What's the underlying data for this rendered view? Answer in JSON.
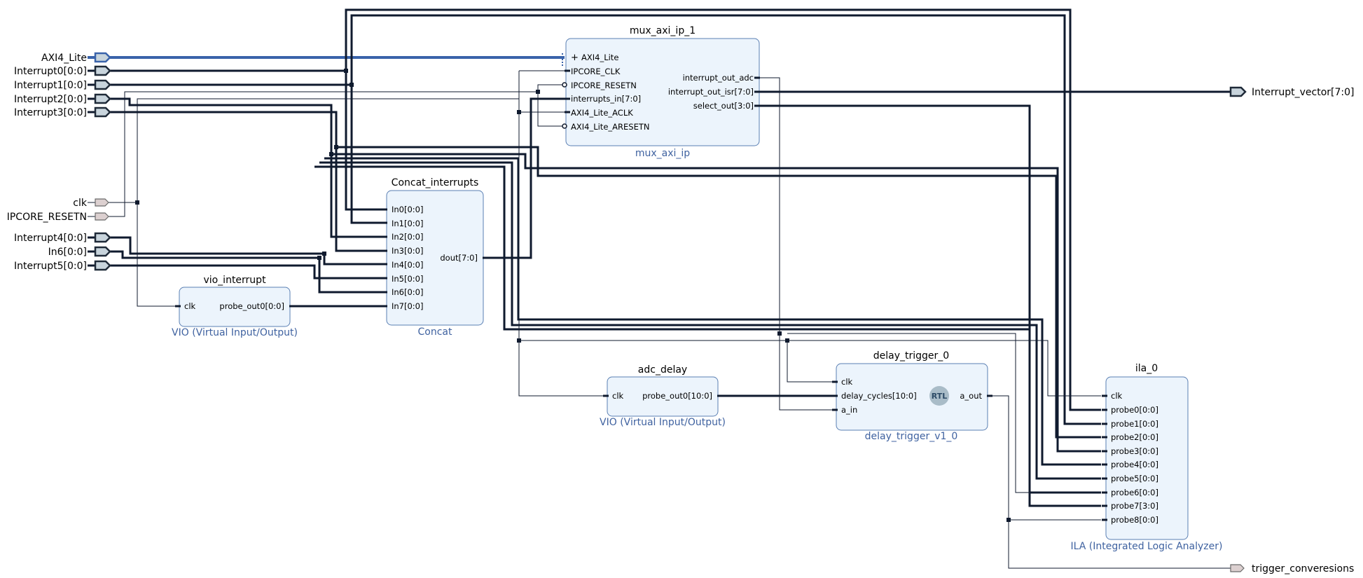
{
  "inputs": {
    "axi4_lite": "AXI4_Lite",
    "interrupt0": "Interrupt0[0:0]",
    "interrupt1": "Interrupt1[0:0]",
    "interrupt2": "Interrupt2[0:0]",
    "interrupt3": "Interrupt3[0:0]",
    "clk": "clk",
    "ipcore_resetn": "IPCORE_RESETN",
    "interrupt4": "Interrupt4[0:0]",
    "in6": "In6[0:0]",
    "interrupt5": "Interrupt5[0:0]"
  },
  "outputs": {
    "interrupt_vector": "Interrupt_vector[7:0]",
    "trigger_conversions": "trigger_converesions"
  },
  "blocks": {
    "mux": {
      "instance": "mux_axi_ip_1",
      "type": "mux_axi_ip",
      "left_pins": [
        "AXI4_Lite",
        "IPCORE_CLK",
        "IPCORE_RESETN",
        "interrupts_in[7:0]",
        "AXI4_Lite_ACLK",
        "AXI4_Lite_ARESETN"
      ],
      "right_pins": [
        "interrupt_out_adc",
        "interrupt_out_isr[7:0]",
        "select_out[3:0]"
      ]
    },
    "concat": {
      "instance": "Concat_interrupts",
      "type": "Concat",
      "left_pins": [
        "In0[0:0]",
        "In1[0:0]",
        "In2[0:0]",
        "In3[0:0]",
        "In4[0:0]",
        "In5[0:0]",
        "In6[0:0]",
        "In7[0:0]"
      ],
      "right_pins": [
        "dout[7:0]"
      ]
    },
    "vio_int": {
      "instance": "vio_interrupt",
      "type": "VIO (Virtual Input/Output)",
      "left_pins": [
        "clk"
      ],
      "right_pins": [
        "probe_out0[0:0]"
      ]
    },
    "adc_delay": {
      "instance": "adc_delay",
      "type": "VIO (Virtual Input/Output)",
      "left_pins": [
        "clk"
      ],
      "right_pins": [
        "probe_out0[10:0]"
      ]
    },
    "delay_trigger": {
      "instance": "delay_trigger_0",
      "type": "delay_trigger_v1_0",
      "left_pins": [
        "clk",
        "delay_cycles[10:0]",
        "a_in"
      ],
      "right_pins": [
        "a_out"
      ],
      "badge": "RTL"
    },
    "ila": {
      "instance": "ila_0",
      "type": "ILA (Integrated Logic Analyzer)",
      "left_pins": [
        "clk",
        "probe0[0:0]",
        "probe1[0:0]",
        "probe2[0:0]",
        "probe3[0:0]",
        "probe4[0:0]",
        "probe5[0:0]",
        "probe6[0:0]",
        "probe7[3:0]",
        "probe8[0:0]"
      ]
    }
  },
  "colors": {
    "block_fill": "#ecf4fc",
    "block_border": "#5a7fb3",
    "type_label": "#3f62a0",
    "wire": "#0f1a2e",
    "axi_bus": "#3a63aa"
  }
}
